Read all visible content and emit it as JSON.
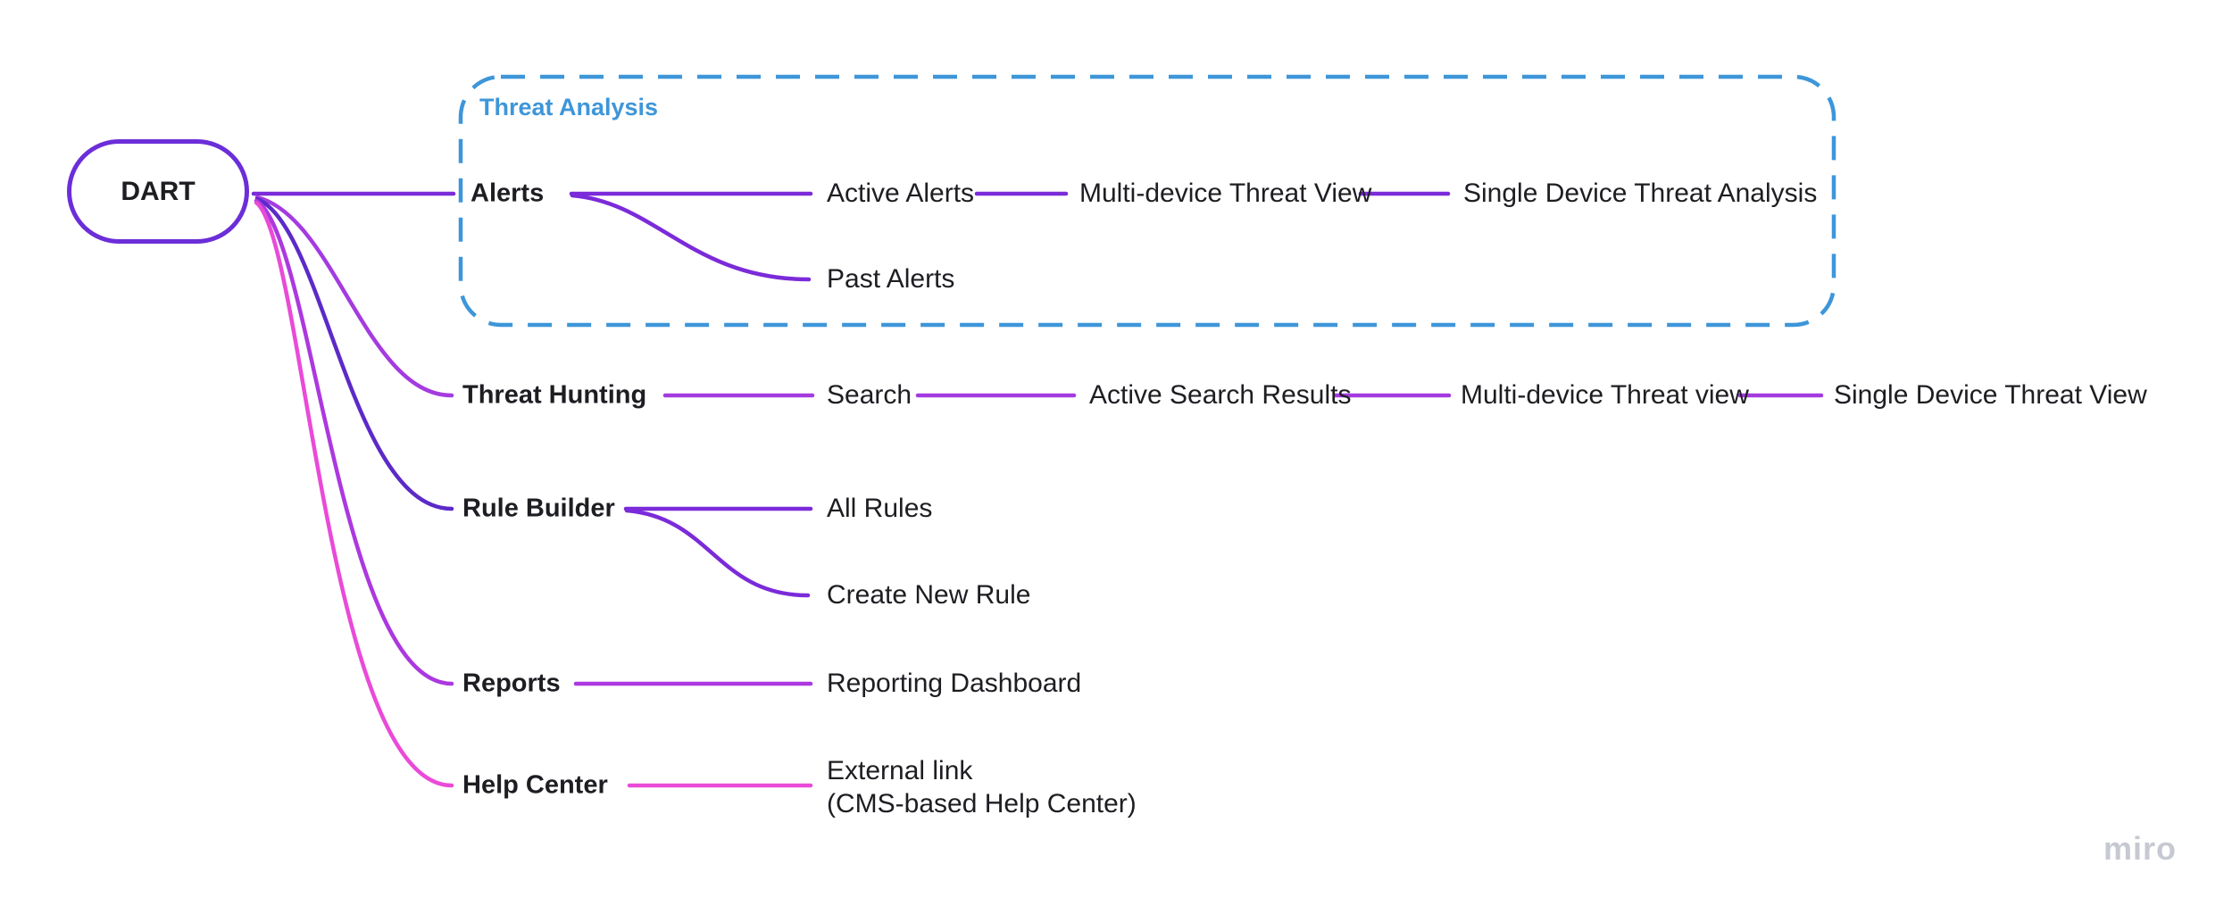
{
  "colors": {
    "group_blue": "#3E96D9",
    "purple": "#7B2BD9",
    "root_border": "#6B2ED8",
    "dark_purple": "#5C2AC8",
    "violet": "#A43BE0",
    "magenta": "#AC38DF",
    "pink": "#E94AD8",
    "text": "#1D1D22",
    "watermark_gray": "#C6C9D2"
  },
  "root": {
    "label": "DART"
  },
  "group": {
    "label": "Threat Analysis"
  },
  "branches": {
    "alerts": {
      "label": "Alerts"
    },
    "threat_hunting": {
      "label": "Threat Hunting"
    },
    "rule_builder": {
      "label": "Rule Builder"
    },
    "reports": {
      "label": "Reports"
    },
    "help_center": {
      "label": "Help Center"
    }
  },
  "nodes": {
    "active_alerts": "Active Alerts",
    "multi_device_threat_view_1": "Multi-device Threat View",
    "single_device_threat_analysis": "Single Device Threat Analysis",
    "past_alerts": "Past Alerts",
    "search": "Search",
    "active_search_results": "Active Search Results",
    "multi_device_threat_view_2": "Multi-device Threat view",
    "single_device_threat_view": "Single Device Threat View",
    "all_rules": "All Rules",
    "create_new_rule": "Create New Rule",
    "reporting_dashboard": "Reporting Dashboard",
    "external_link_line1": "External link",
    "external_link_line2": "(CMS-based Help Center)"
  },
  "watermark": {
    "label": "miro"
  }
}
